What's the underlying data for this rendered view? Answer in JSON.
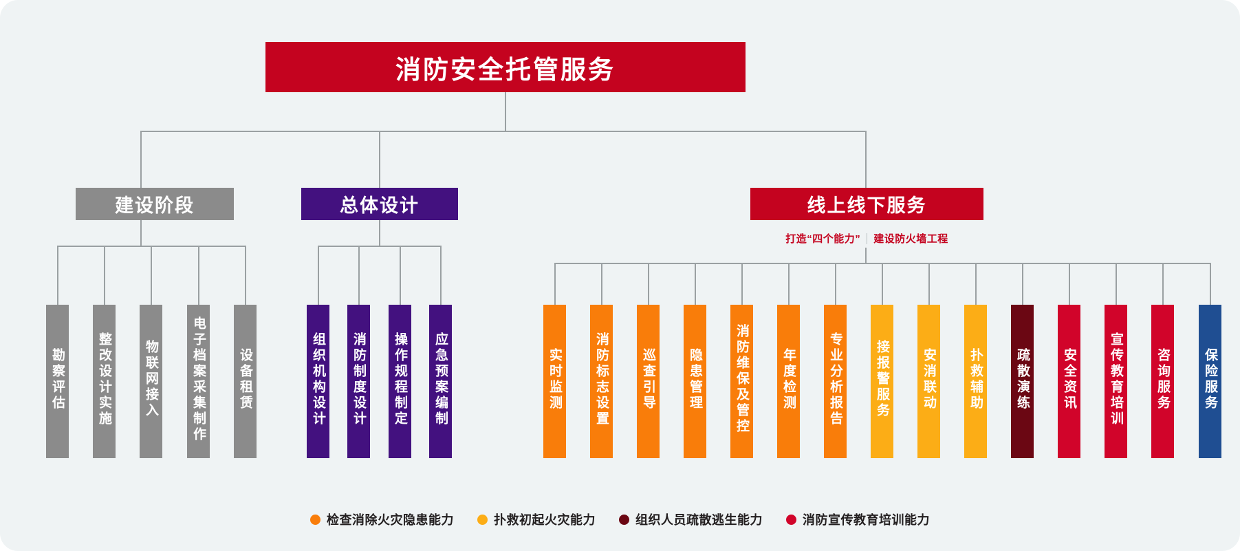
{
  "diagram": {
    "title": "消防安全托管服务",
    "sections": [
      {
        "id": "construction",
        "label": "建设阶段",
        "color": "#8b8b8b",
        "items": [
          {
            "label": "勘察评估",
            "color": "#8b8b8b"
          },
          {
            "label": "整改设计实施",
            "color": "#8b8b8b"
          },
          {
            "label": "物联网接入",
            "color": "#8b8b8b"
          },
          {
            "label": "电子档案采集制作",
            "color": "#8b8b8b"
          },
          {
            "label": "设备租赁",
            "color": "#8b8b8b"
          }
        ]
      },
      {
        "id": "overall-design",
        "label": "总体设计",
        "color": "#43117f",
        "items": [
          {
            "label": "组织机构设计",
            "color": "#43117f"
          },
          {
            "label": "消防制度设计",
            "color": "#43117f"
          },
          {
            "label": "操作规程制定",
            "color": "#43117f"
          },
          {
            "label": "应急预案编制",
            "color": "#43117f"
          }
        ]
      },
      {
        "id": "online-offline-service",
        "label": "线上线下服务",
        "color": "#c4031f",
        "subtitle_left": "打造“四个能力”",
        "subtitle_right": "建设防火墙工程",
        "items": [
          {
            "label": "实时监测",
            "color": "#f97d0a"
          },
          {
            "label": "消防标志设置",
            "color": "#f97d0a"
          },
          {
            "label": "巡查引导",
            "color": "#f97d0a"
          },
          {
            "label": "隐患管理",
            "color": "#f97d0a"
          },
          {
            "label": "消防维保及管控",
            "color": "#f97d0a"
          },
          {
            "label": "年度检测",
            "color": "#f97d0a"
          },
          {
            "label": "专业分析报告",
            "color": "#f97d0a"
          },
          {
            "label": "接报警服务",
            "color": "#fcad16"
          },
          {
            "label": "安消联动",
            "color": "#fcad16"
          },
          {
            "label": "扑救辅助",
            "color": "#fcad16"
          },
          {
            "label": "疏散演练",
            "color": "#6b0713"
          },
          {
            "label": "安全资讯",
            "color": "#d1042a"
          },
          {
            "label": "宣传教育培训",
            "color": "#d1042a"
          },
          {
            "label": "咨询服务",
            "color": "#d1042a"
          },
          {
            "label": "保险服务",
            "color": "#1f4e92"
          }
        ]
      }
    ],
    "legend": [
      {
        "label": "检查消除火灾隐患能力",
        "color": "#f97d0a"
      },
      {
        "label": "扑救初起火灾能力",
        "color": "#fcad16"
      },
      {
        "label": "组织人员疏散逃生能力",
        "color": "#6b0713"
      },
      {
        "label": "消防宣传教育培训能力",
        "color": "#d1042a"
      }
    ]
  }
}
